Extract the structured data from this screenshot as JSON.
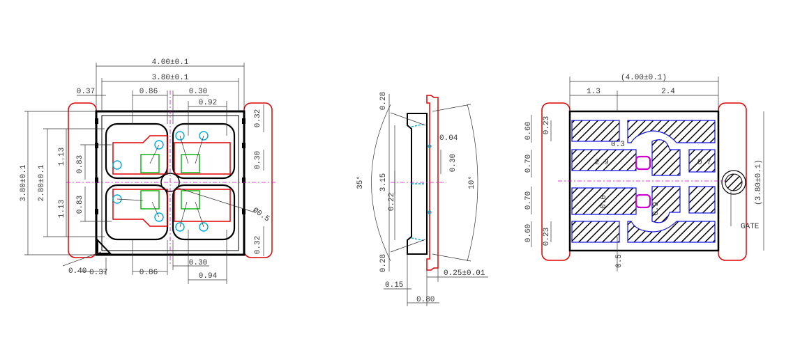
{
  "front": {
    "overall_width": "4.00±0.1",
    "body_width": "3.80±0.1",
    "top_left_edge": "0.37",
    "top_cavity": "0.86",
    "top_gap": "0.30",
    "top_pad": "0.92",
    "right_top": "0.32",
    "right_mid": "0.30",
    "right_bottom": "0.32",
    "overall_height": "3.80±0.1",
    "body_height": "2.80±0.1",
    "left_upper": "1.13",
    "left_lower": "1.13",
    "inner_upper": "0.83",
    "inner_lower": "0.83",
    "bottom_left_edge": "0.37",
    "bottom_cavity": "0.86",
    "bottom_gap": "0.30",
    "bottom_pad": "0.94",
    "chamfer": "0.40",
    "hole_dia": "Ø0.5"
  },
  "side": {
    "top": "0.28",
    "height": "3.15",
    "mid": "0.22",
    "bottom": "0.28",
    "step": "0.04",
    "lead": "0.30",
    "angle_left": "35°",
    "angle_right": "10°",
    "foot": "0.15",
    "thickness": "0.25±0.01",
    "total_depth": "0.80"
  },
  "bottom": {
    "overall_width": "(4.00±0.1)",
    "left_seg": "1.3",
    "right_seg": "2.4",
    "overall_height": "(3.80±0.1)",
    "row1": "0.60",
    "row1_inner": "0.23",
    "row2": "0.70",
    "row3": "0.70",
    "row4": "0.60",
    "row4_inner": "0.23",
    "gap_center": "0.5",
    "label_a": "0.3",
    "label_b": "2.9",
    "label_c": "0.7",
    "label_d": "0.6",
    "label_e": "0.9",
    "gate": "GATE"
  }
}
